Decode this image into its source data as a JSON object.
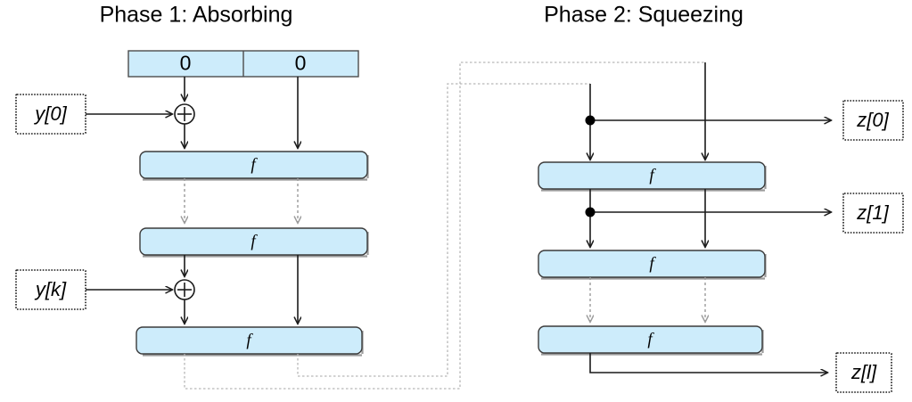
{
  "titles": {
    "phase1": "Phase 1: Absorbing",
    "phase2": "Phase 2: Squeezing"
  },
  "state_bar": {
    "left_cell": "0",
    "right_cell": "0"
  },
  "permutation_label": "f",
  "phase1": {
    "f_boxes": [
      {
        "label": "f"
      },
      {
        "label": "f"
      },
      {
        "label": "f"
      }
    ],
    "inputs": [
      {
        "label": "y[0]"
      },
      {
        "label": "y[k]"
      }
    ],
    "xor_symbol": "+"
  },
  "phase2": {
    "f_boxes": [
      {
        "label": "f"
      },
      {
        "label": "f"
      },
      {
        "label": "f"
      }
    ],
    "outputs": [
      {
        "label": "z[0]"
      },
      {
        "label": "z[1]"
      },
      {
        "label": "z[l]"
      }
    ]
  },
  "colors": {
    "box_fill": "#cdecfb",
    "box_stroke": "#3b3b3b",
    "line": "#1a1a1a",
    "ellipsis_line": "#9a9a9a",
    "feedback_line": "#b6b6b6",
    "background": "#ffffff"
  }
}
